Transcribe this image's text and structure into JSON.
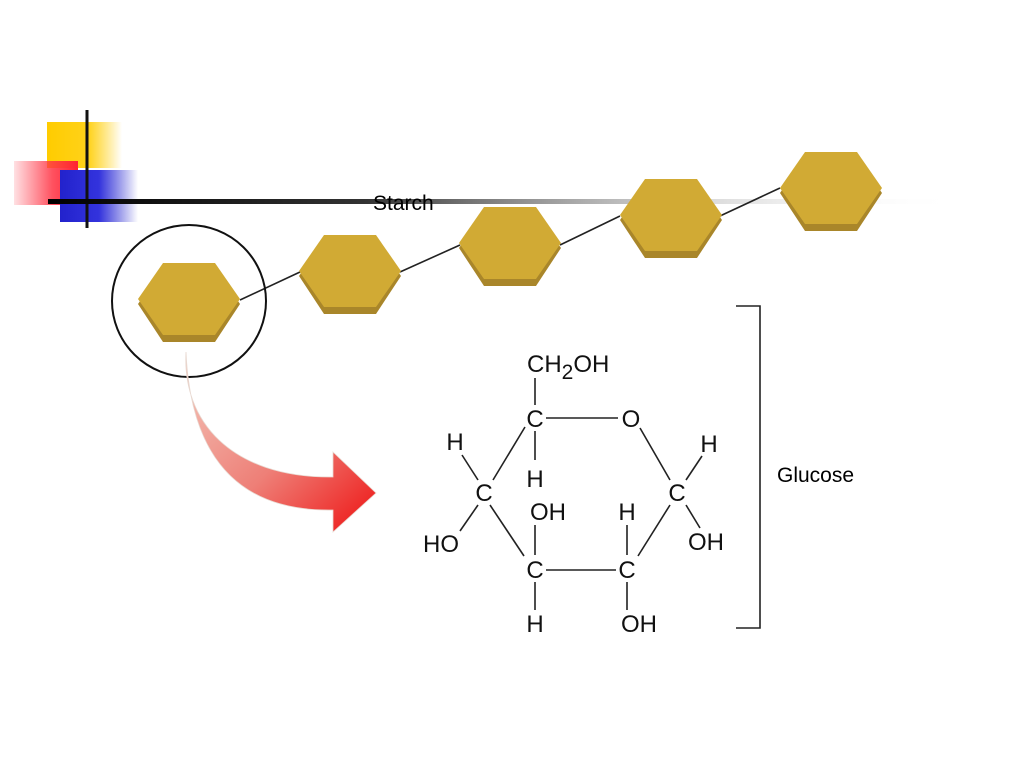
{
  "labels": {
    "starch": "Starch",
    "glucose": "Glucose"
  },
  "glucose_structure": {
    "top_group_main": "CH",
    "top_group_sub": "2",
    "top_group_tail": "OH",
    "c5": "C",
    "ring_oxygen": "O",
    "c4": "C",
    "c1": "C",
    "c3": "C",
    "c2": "C",
    "h_c5": "H",
    "h_c4_top": "H",
    "h_c1_top": "H",
    "oh_c3_top": "OH",
    "h_c2_top": "H",
    "ho_c4": "HO",
    "oh_c1": "OH",
    "h_c3_bottom": "H",
    "oh_c2_bottom": "OH"
  },
  "colors": {
    "hexagon_fill": "#d1aa34",
    "hexagon_shadow": "#a9862a",
    "arrow_red": "#ee1111",
    "accent_yellow": "#ffcc00",
    "accent_red": "#ff3344",
    "accent_blue": "#2222cc"
  },
  "starch_chain": {
    "unit_count": 5,
    "highlighted_unit": 1
  }
}
